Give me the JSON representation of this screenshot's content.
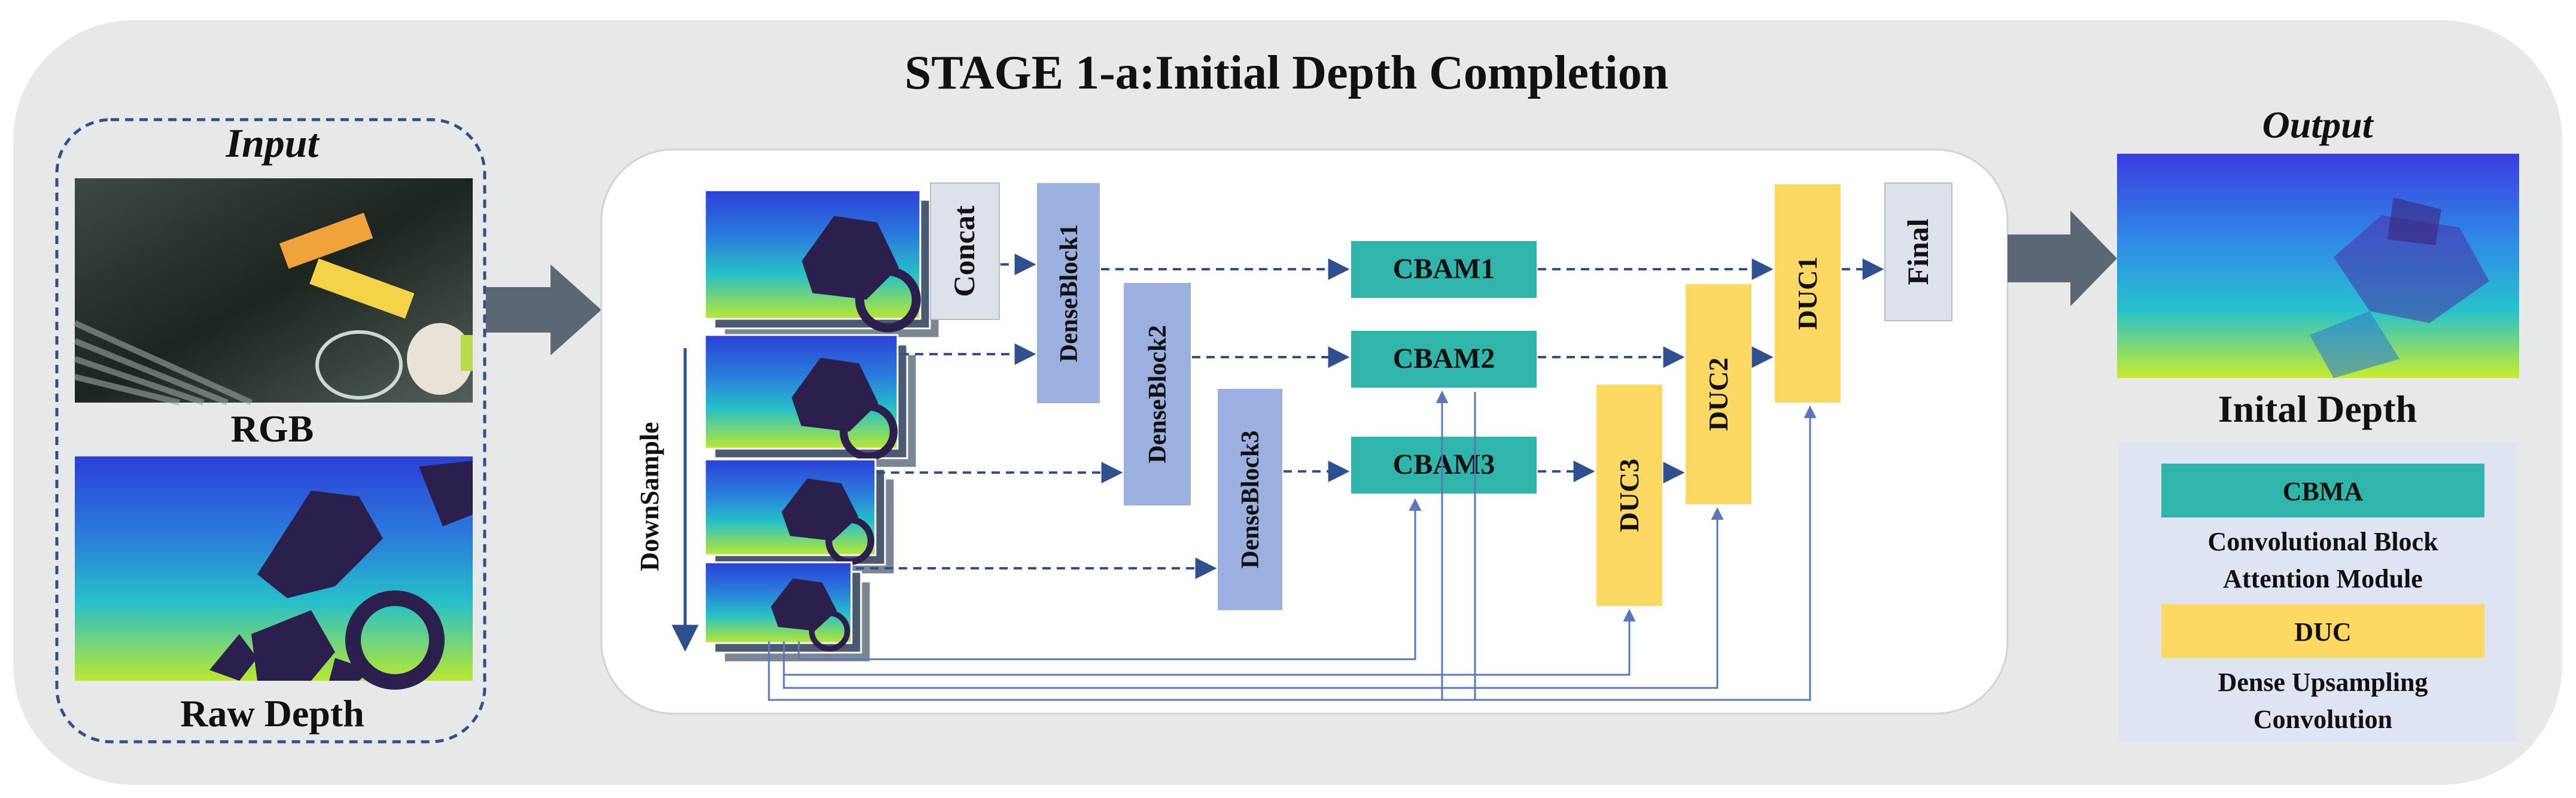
{
  "title": "STAGE 1-a:Initial Depth Completion",
  "input": {
    "heading": "Input",
    "rgb_label": "RGB",
    "raw_depth_label": "Raw Depth"
  },
  "network": {
    "concat_label": "Concat",
    "downsample_label": "DownSample",
    "dense_blocks": [
      "DenseBlock1",
      "DenseBlock2",
      "DenseBlock3"
    ],
    "cbam_blocks": [
      "CBAM1",
      "CBAM2",
      "CBAM3"
    ],
    "duc_blocks": [
      "DUC1",
      "DUC2",
      "DUC3"
    ],
    "final_label": "Final"
  },
  "output": {
    "heading": "Output",
    "depth_label": "Inital Depth"
  },
  "legend": {
    "items": [
      {
        "label": "CBMA",
        "description_line1": "Convolutional Block",
        "description_line2": "Attention Module"
      },
      {
        "label": "DUC",
        "description_line1": "Dense Upsampling",
        "description_line2": "Convolution"
      }
    ]
  },
  "colors": {
    "outer_panel": "#e6e9e8",
    "dense_block": "#9cb0e0",
    "cbam": "#2fb5a9",
    "duc": "#fdd862",
    "concat_final": "#dde1ea",
    "arrow": "#2f4f8f",
    "big_arrow": "#5b6773",
    "legend_bg": "#dfe4f3"
  }
}
